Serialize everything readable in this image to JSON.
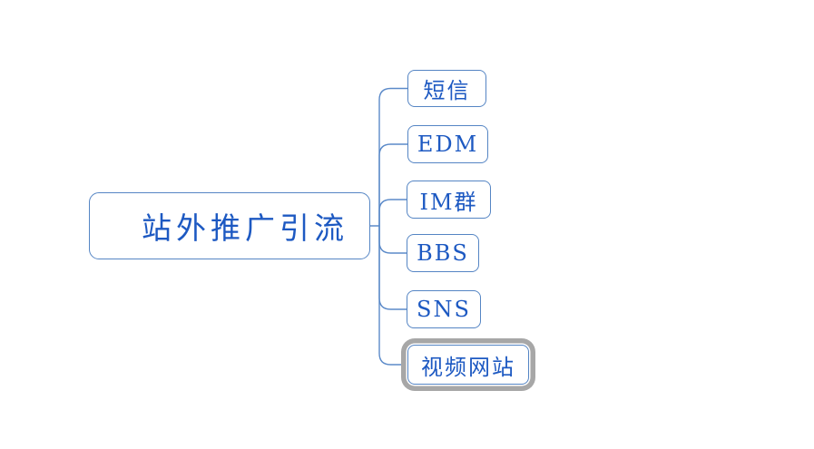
{
  "colors": {
    "node_border": "#5585c4",
    "node_text": "#1d59c2",
    "connector": "#5b8ac9",
    "selection_ring": "#a7a7a7",
    "canvas_bg": "#ffffff"
  },
  "mindmap": {
    "root": {
      "label": "站外推广引流"
    },
    "children": [
      {
        "label": "短信",
        "selected": false
      },
      {
        "label": "EDM",
        "selected": false
      },
      {
        "label": "IM群",
        "selected": false
      },
      {
        "label": "BBS",
        "selected": false
      },
      {
        "label": "SNS",
        "selected": false
      },
      {
        "label": "视频网站",
        "selected": true
      }
    ]
  }
}
